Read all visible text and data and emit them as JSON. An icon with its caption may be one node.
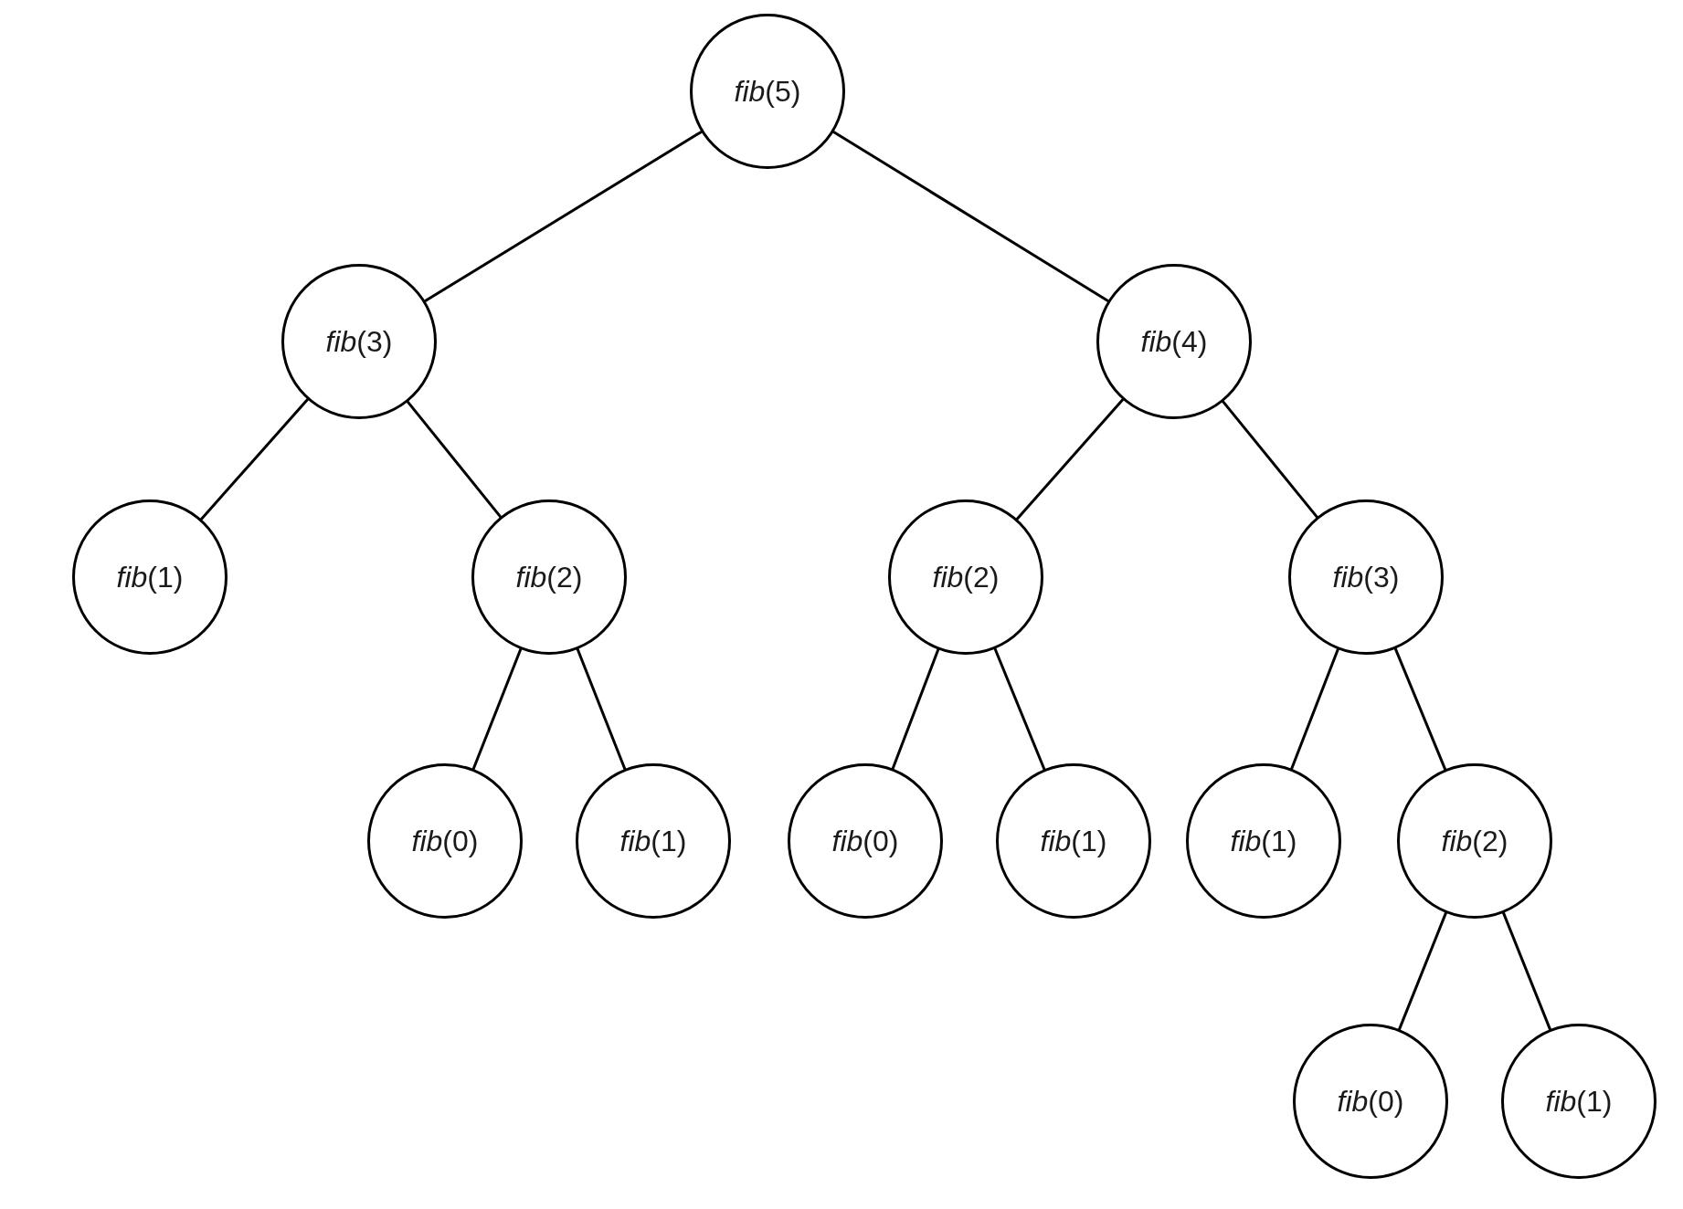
{
  "diagram": {
    "nodes": [
      {
        "text": [
          "*fib*(5)"
        ]
      },
      {
        "text": [
          "*fib*(3)"
        ]
      },
      {
        "text": [
          "*fib*(4)"
        ]
      },
      {
        "text": [
          "*fib*(1)"
        ]
      },
      {
        "text": [
          "*fib*(2)"
        ]
      },
      {
        "text": [
          "*fib*(2)"
        ]
      },
      {
        "text": [
          "*fib*(3)"
        ]
      },
      {
        "text": [
          "*fib*(0)"
        ]
      },
      {
        "text": [
          "*fib*(1)"
        ]
      },
      {
        "text": [
          "*fib*(0)"
        ]
      },
      {
        "text": [
          "*fib*(1)"
        ]
      },
      {
        "text": [
          "*fib*(1)"
        ]
      },
      {
        "text": [
          "*fib*(2)"
        ]
      },
      {
        "text": [
          "*fib*(0)"
        ]
      },
      {
        "text": [
          "*fib*(1)"
        ]
      }
    ],
    "edges": [
      {
        "from": 0,
        "to": 1,
        "arrow": "none"
      },
      {
        "from": 0,
        "to": 2,
        "arrow": "none"
      },
      {
        "from": 1,
        "to": 3,
        "arrow": "none"
      },
      {
        "from": 1,
        "to": 4,
        "arrow": "none"
      },
      {
        "from": 2,
        "to": 5,
        "arrow": "none"
      },
      {
        "from": 2,
        "to": 6,
        "arrow": "none"
      },
      {
        "from": 4,
        "to": 7,
        "arrow": "none"
      },
      {
        "from": 4,
        "to": 8,
        "arrow": "none"
      },
      {
        "from": 5,
        "to": 9,
        "arrow": "none"
      },
      {
        "from": 5,
        "to": 10,
        "arrow": "none"
      },
      {
        "from": 6,
        "to": 11,
        "arrow": "none"
      },
      {
        "from": 6,
        "to": 12,
        "arrow": "none"
      },
      {
        "from": 12,
        "to": 13,
        "arrow": "none"
      },
      {
        "from": 12,
        "to": 14,
        "arrow": "none"
      }
    ]
  }
}
